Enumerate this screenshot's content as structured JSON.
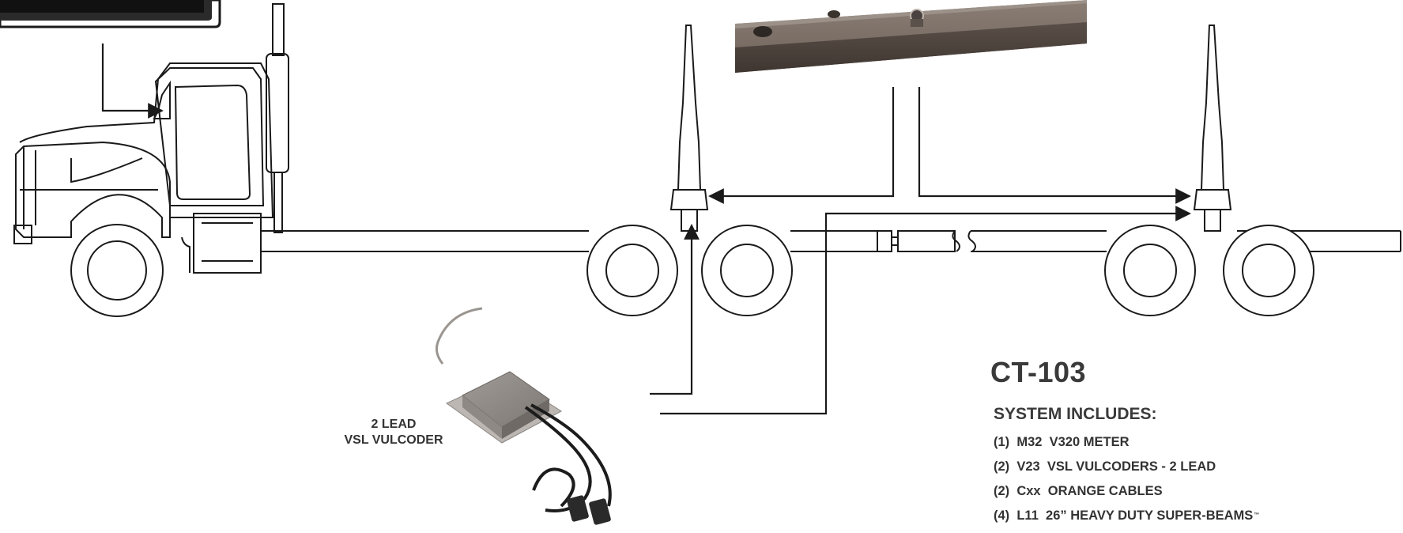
{
  "model": "CT-103",
  "system_heading": "SYSTEM INCLUDES:",
  "parts": [
    {
      "qty": "(1)",
      "code": "M32",
      "desc": "V320 METER",
      "tm": ""
    },
    {
      "qty": "(2)",
      "code": "V23",
      "desc": "VSL VULCODERS - 2 LEAD",
      "tm": ""
    },
    {
      "qty": "(2)",
      "code": "Cxx",
      "desc": "ORANGE CABLES",
      "tm": ""
    },
    {
      "qty": "(4)",
      "code": "L11",
      "desc": "26” HEAVY DUTY SUPER-BEAMS",
      "tm": "™"
    }
  ],
  "vulcoder_label": {
    "line1": "2 LEAD",
    "line2": "VSL VULCODER"
  },
  "colors": {
    "line": "#1a1a1a",
    "text": "#333333",
    "beam": "#6b5f57",
    "vulcoder": "#8a8580"
  }
}
